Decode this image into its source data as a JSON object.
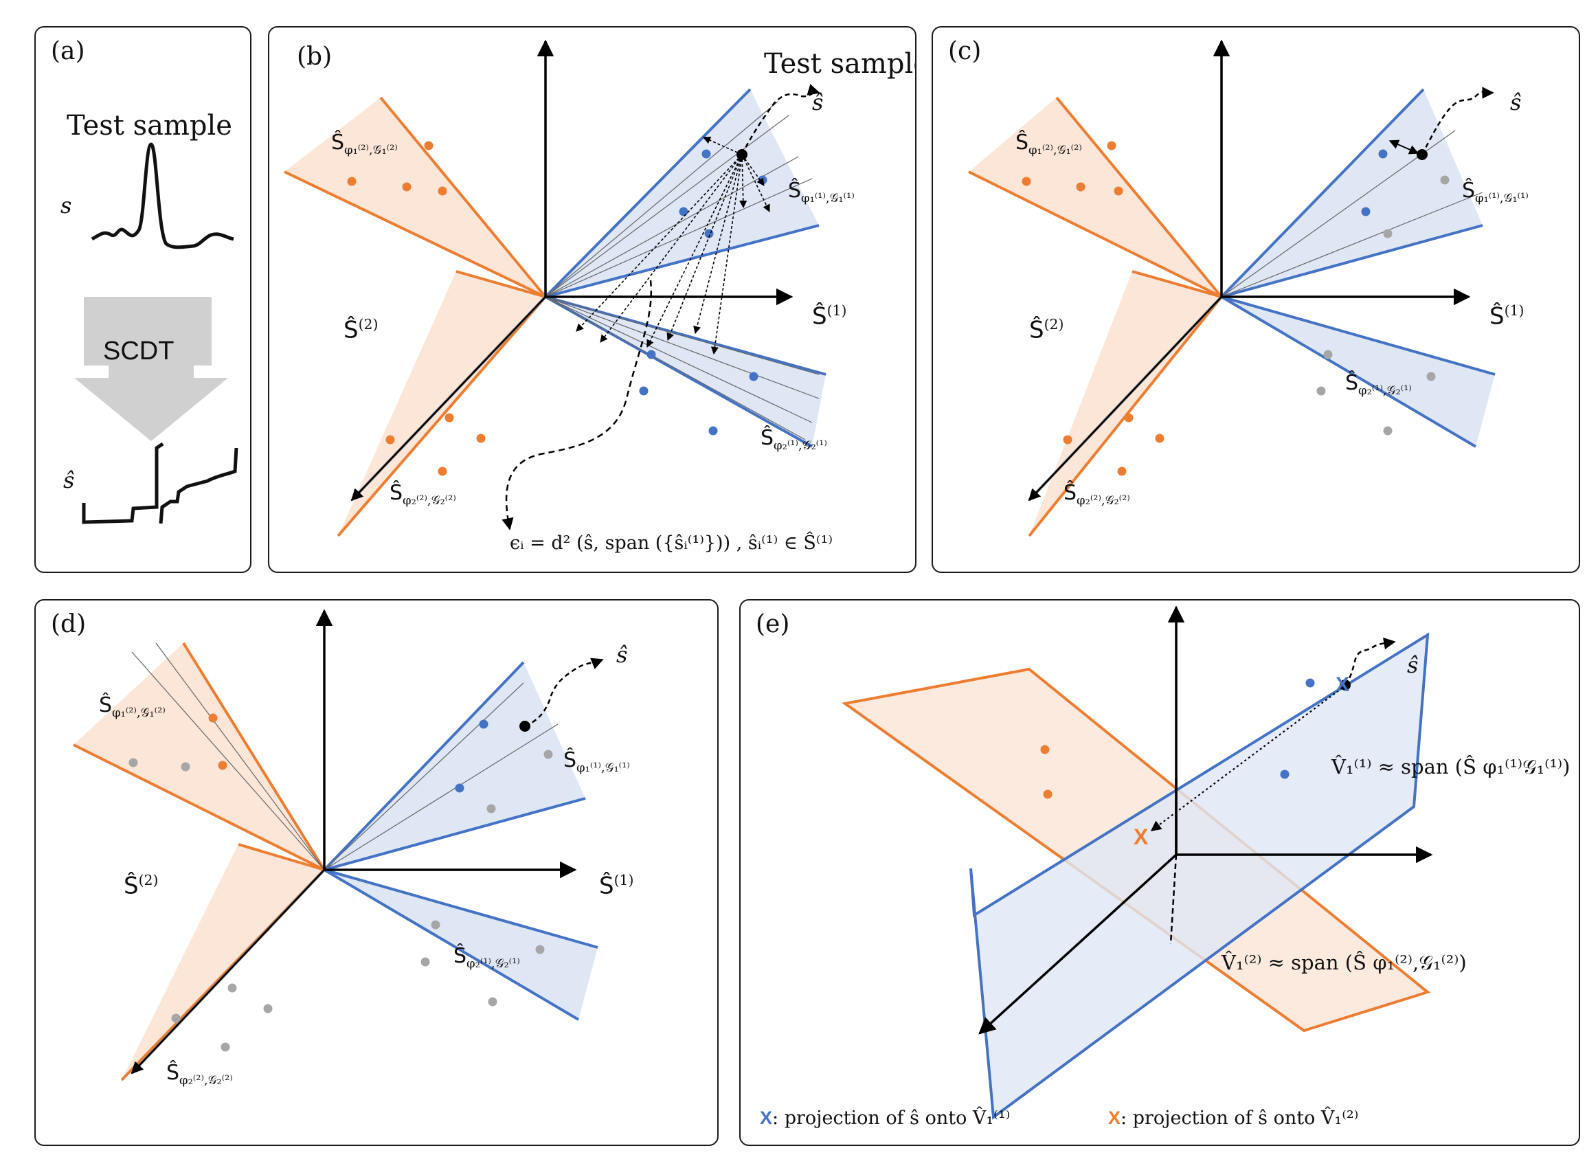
{
  "panels": {
    "a": {
      "label": "(a)",
      "title": "Test sample",
      "signal_label": "s",
      "transform_label": "SCDT",
      "transformed_label": "ŝ"
    },
    "b": {
      "label": "(b)",
      "title": "Test sample",
      "ray_label": "ŝ",
      "region2": "Ŝ",
      "region2_sup": "(2)",
      "region1": "Ŝ",
      "region1_sup": "(1)",
      "sub_s1g1_class2": "φ₁⁽²⁾,𝒢₁⁽²⁾",
      "sub_s2g2_class2": "φ₂⁽²⁾,𝒢₂⁽²⁾",
      "sub_s1g1_class1": "φ₁⁽¹⁾,𝒢₁⁽¹⁾",
      "sub_s2g2_class1": "φ₂⁽¹⁾,𝒢₂⁽¹⁾",
      "formula": "ϵᵢ = d² (ŝ, span ({ŝᵢ⁽¹⁾})) , ŝᵢ⁽¹⁾ ∈ Ŝ⁽¹⁾"
    },
    "c": {
      "label": "(c)",
      "ray_label": "ŝ",
      "region2": "Ŝ",
      "region2_sup": "(2)",
      "region1": "Ŝ",
      "region1_sup": "(1)",
      "sub_s1g1_class2": "φ₁⁽²⁾,𝒢₁⁽²⁾",
      "sub_s2g2_class2": "φ₂⁽²⁾,𝒢₂⁽²⁾",
      "sub_s1g1_class1": "φ₁⁽¹⁾,𝒢₁⁽¹⁾",
      "sub_s2g2_class1": "φ₂⁽¹⁾,𝒢₂⁽¹⁾"
    },
    "d": {
      "label": "(d)",
      "ray_label": "ŝ",
      "region2": "Ŝ",
      "region2_sup": "(2)",
      "region1": "Ŝ",
      "region1_sup": "(1)",
      "sub_s1g1_class2": "φ₁⁽²⁾,𝒢₁⁽²⁾",
      "sub_s2g2_class2": "φ₂⁽²⁾,𝒢₂⁽²⁾",
      "sub_s1g1_class1": "φ₁⁽¹⁾,𝒢₁⁽¹⁾",
      "sub_s2g2_class1": "φ₂⁽¹⁾,𝒢₂⁽¹⁾"
    },
    "e": {
      "label": "(e)",
      "ray_label": "ŝ",
      "plane1_label": "V̂₁⁽¹⁾ ≈ span (Ŝ φ₁⁽¹⁾𝒢₁⁽¹⁾)",
      "plane2_label": "V̂₁⁽²⁾ ≈ span (Ŝ φ₁⁽²⁾,𝒢₁⁽²⁾)",
      "legend_blue_mark": "X",
      "legend_blue_text": ": projection of ŝ onto V̂₁⁽¹⁾",
      "legend_orange_mark": "X",
      "legend_orange_text": ": projection of ŝ onto V̂₁⁽²⁾"
    }
  },
  "colors": {
    "blue": "#4472c4",
    "blue_fill": "#dfe7f5",
    "orange": "#ed7d31",
    "orange_fill": "#fbe6d8",
    "gray": "#a6a6a6",
    "dark_gray": "#7f7f7f",
    "black": "#000000"
  }
}
